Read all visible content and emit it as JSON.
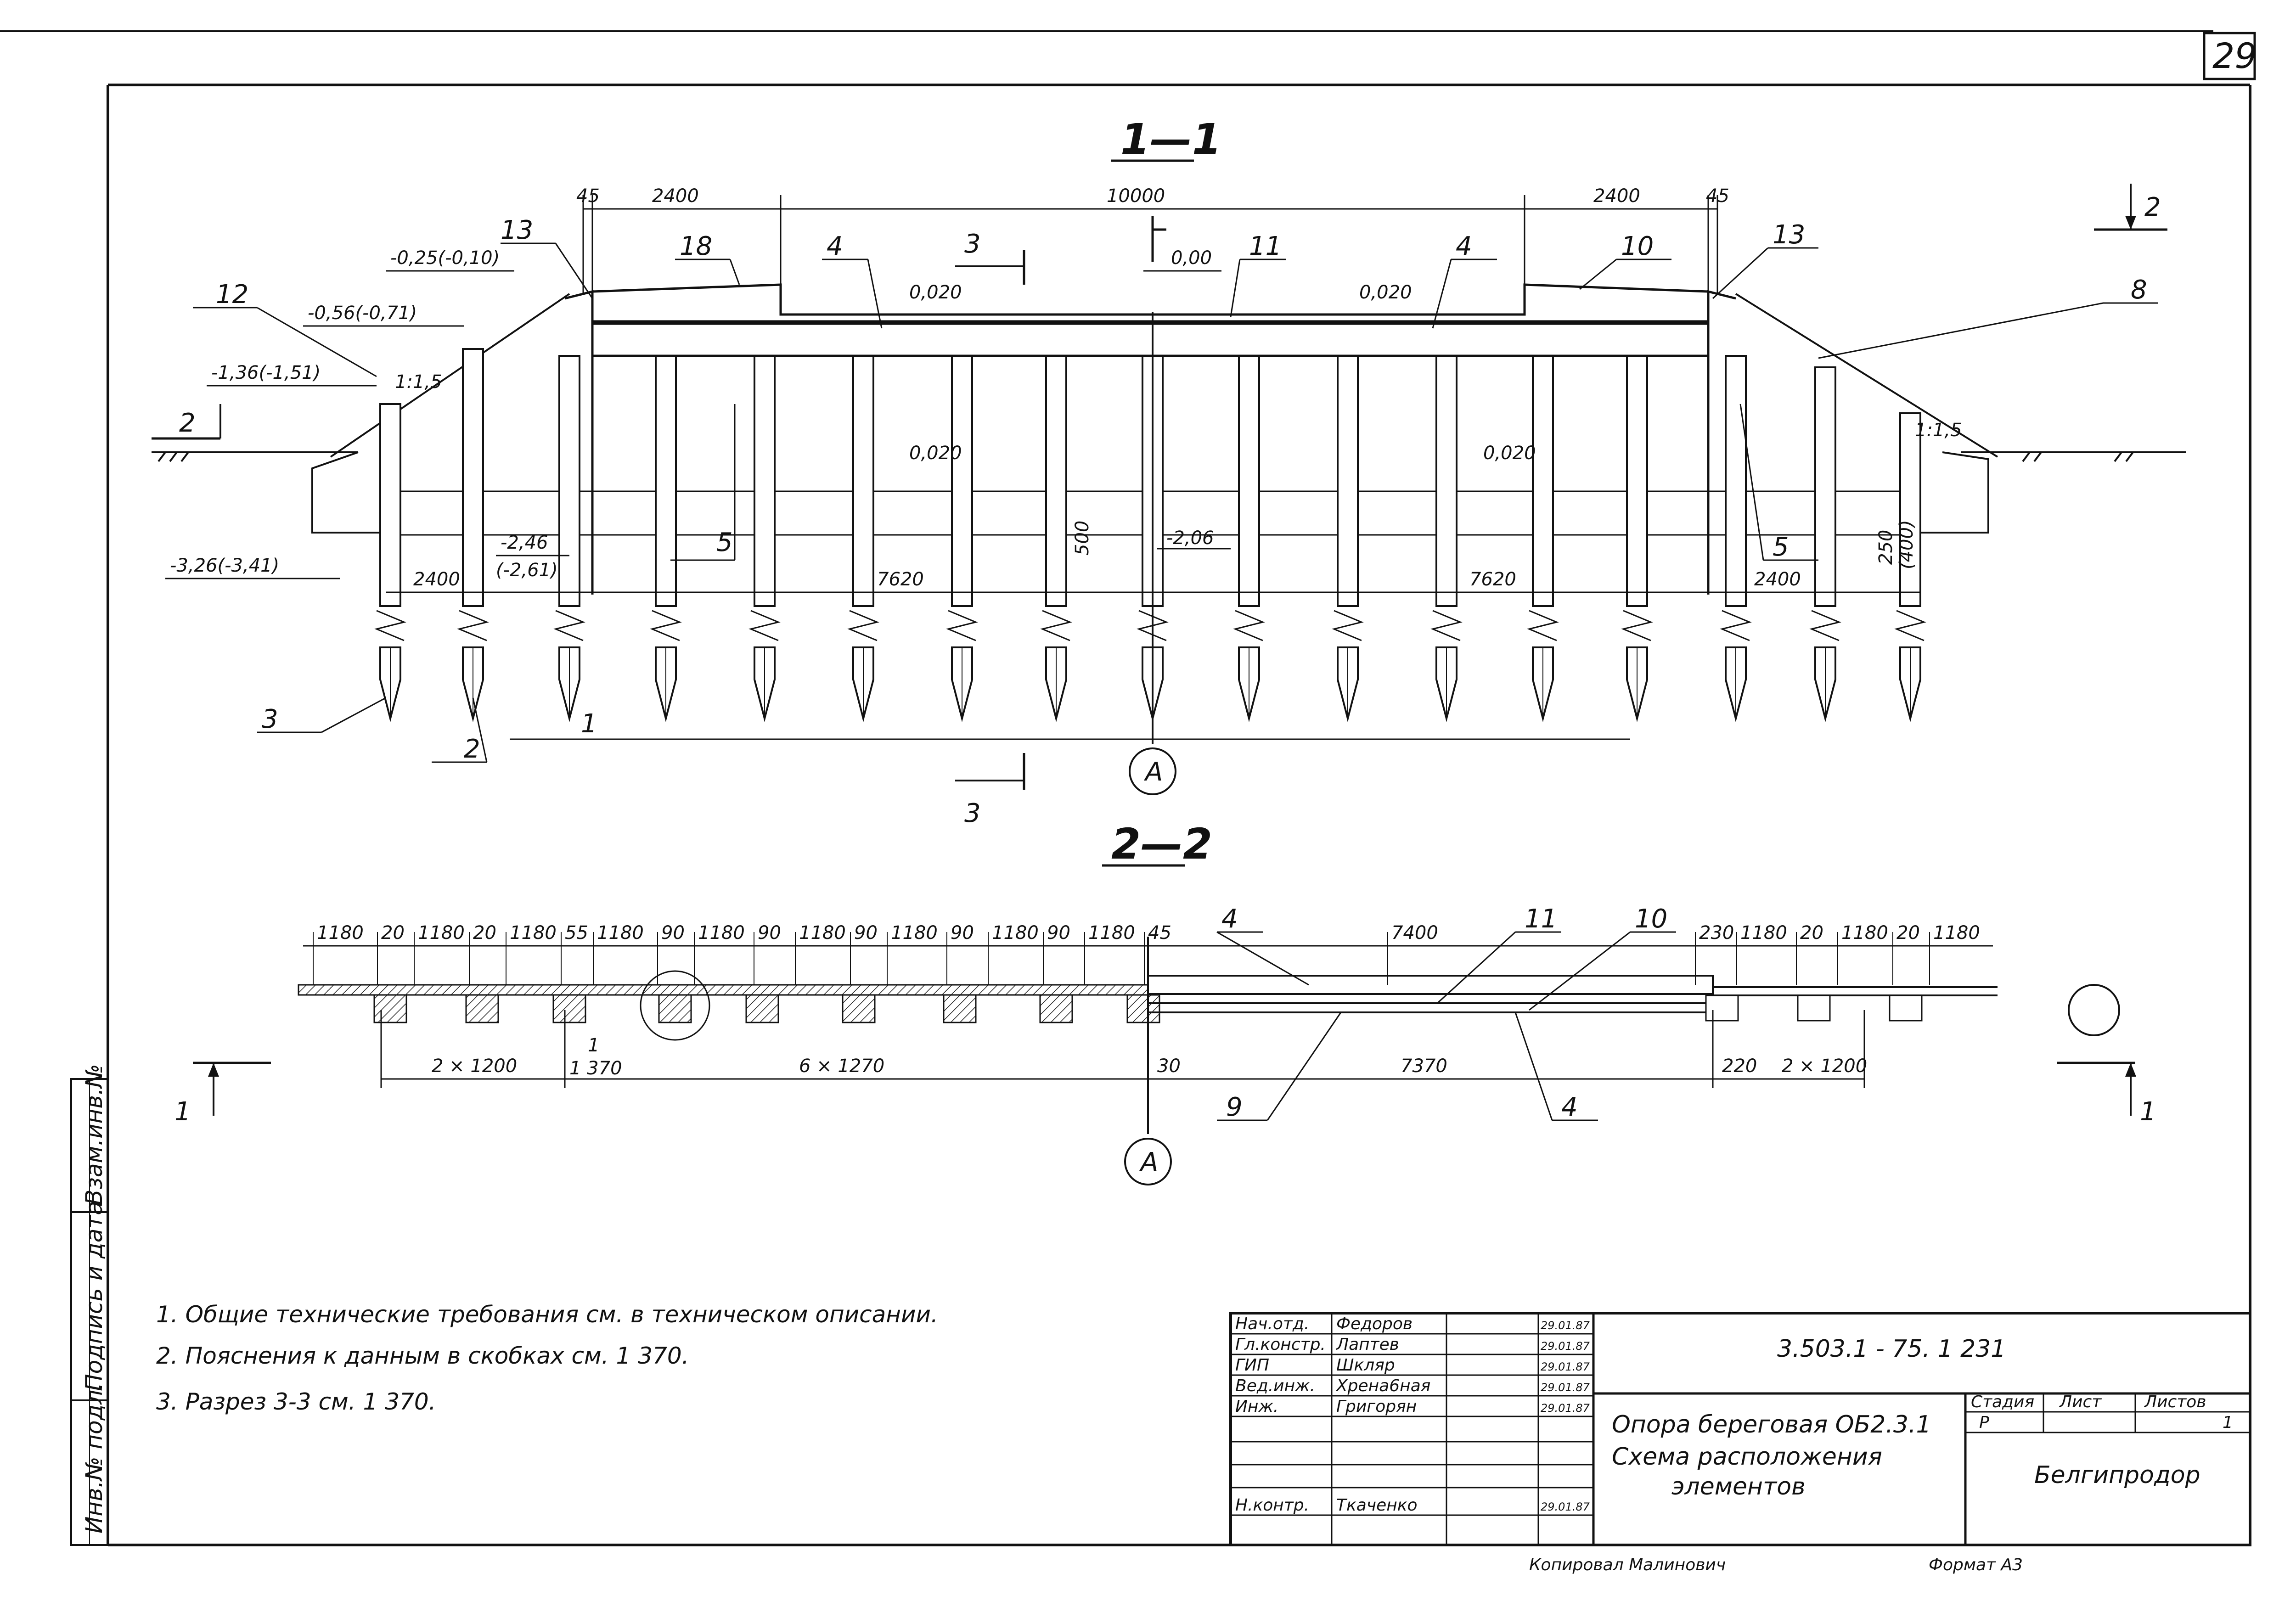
{
  "sheet_number": "29",
  "section_1": {
    "title": "1—1",
    "cut_2_label": "2",
    "cut_3_label": "3",
    "axis_label": "А",
    "dims_top": [
      "45",
      "2400",
      "10000",
      "2400",
      "45"
    ],
    "elevations": [
      "-0,25(-0,10)",
      "-0,56(-0,71)",
      "-1,36(-1,51)",
      "-3,26(-3,41)",
      "-2,46",
      "(-2,61)",
      "0,00",
      "-2,06"
    ],
    "slopes": [
      "0,020",
      "0,020",
      "0,020",
      "0,020"
    ],
    "ratios": [
      "1:1,5",
      "1:1,5"
    ],
    "dims_bottom": [
      "2400",
      "7620",
      "7620",
      "2400"
    ],
    "dims_vertical": [
      "500",
      "250",
      "(400)"
    ],
    "callouts": [
      "13",
      "18",
      "4",
      "11",
      "4",
      "10",
      "13",
      "12",
      "8",
      "5",
      "5",
      "3",
      "2",
      "1"
    ]
  },
  "section_2": {
    "title": "2—2",
    "cut_1_label": "1",
    "axis_label": "А",
    "dims_top": [
      "1180",
      "20",
      "1180",
      "20",
      "1180",
      "55",
      "1180",
      "90",
      "1180",
      "90",
      "1180",
      "90",
      "1180",
      "90",
      "1180",
      "90",
      "1180",
      "45",
      "7400",
      "230",
      "1180",
      "20",
      "1180",
      "20",
      "1180"
    ],
    "dims_bottom": [
      "2 × 1200",
      "6 × 1270",
      "30",
      "7370",
      "220",
      "2 × 1200"
    ],
    "node_ref": "1",
    "node_sheet": "1 370",
    "callouts": [
      "4",
      "11",
      "10",
      "9",
      "4"
    ]
  },
  "notes": [
    "1. Общие технические требования см. в техническом описании.",
    "2. Пояснения к данным в скобках см. 1 370.",
    "3. Разрез 3-3 см. 1 370."
  ],
  "side_stamp": [
    "Инв.№ подл.",
    "Подпись и дата",
    "Взам.инв.№"
  ],
  "title_block": {
    "document_code": "3.503.1 - 75. 1 231",
    "title_line1": "Опора береговая ОБ2.3.1",
    "title_line2": "Схема расположения",
    "title_line3": "элементов",
    "stage_header": "Стадия",
    "sheet_header": "Лист",
    "sheets_header": "Листов",
    "stage_value": "Р",
    "sheets_value": "1",
    "organization": "Белгипродор",
    "signers": [
      {
        "role": "Нач.отд.",
        "name": "Федоров",
        "date": "29.01.87"
      },
      {
        "role": "Гл.констр.",
        "name": "Лаптев",
        "date": "29.01.87"
      },
      {
        "role": "ГИП",
        "name": "Шкляр",
        "date": "29.01.87"
      },
      {
        "role": "Вед.инж.",
        "name": "Хрена6ная",
        "date": "29.01.87"
      },
      {
        "role": "Инж.",
        "name": "Григорян",
        "date": "29.01.87"
      },
      {
        "role": "Н.контр.",
        "name": "Ткаченко",
        "date": "29.01.87"
      }
    ],
    "copied_by": "Копировал Малинович",
    "format": "Формат А3"
  }
}
